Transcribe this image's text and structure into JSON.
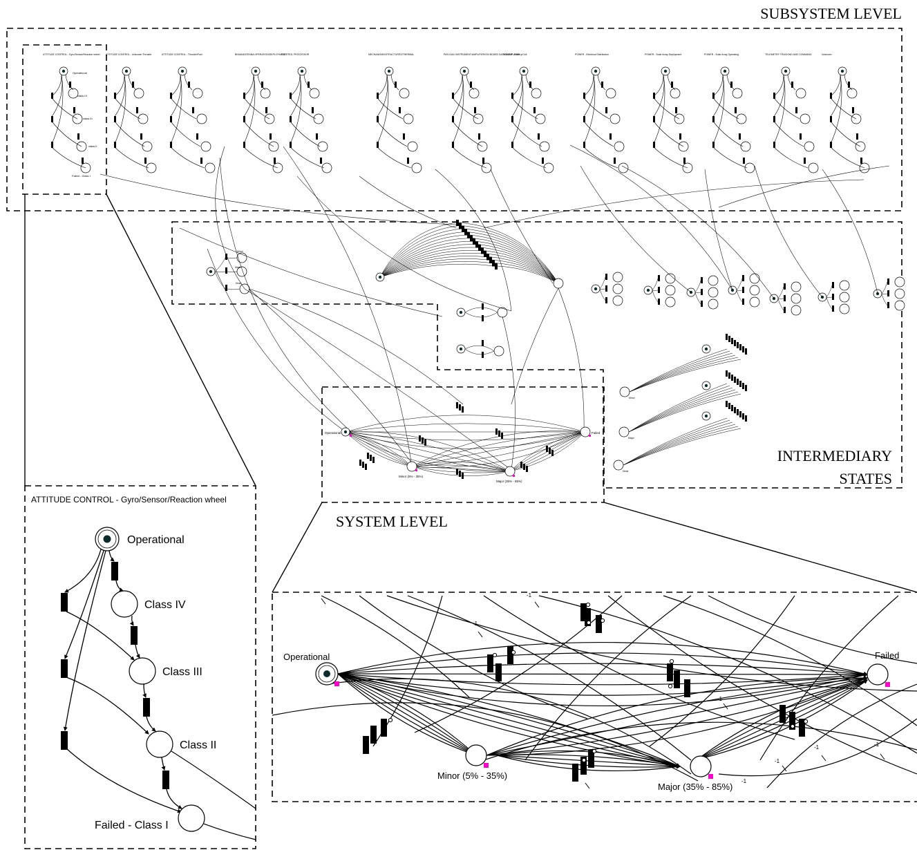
{
  "section_labels": {
    "subsystem": "SUBSYSTEM LEVEL",
    "intermediary_line1": "INTERMEDIARY",
    "intermediary_line2": "STATES",
    "system": "SYSTEM LEVEL"
  },
  "subsystem_titles": [
    "ATTITUDE CONTROL - Gyro/Sensor/Reaction wheel",
    "ATTITUDE CONTROL - Unknown Thruster",
    "ATTITUDE CONTROL - Thruster/Fuel",
    "BEAM/ANTENNA OPERATION/DEPLOYMENT",
    "CONTROL PROCESSOR",
    "MECHANISMS/STRUCTURES/THERMAL",
    "PAYLOAD INSTRUMENT/AMPLIFIER/ON BOARD DATA/COMPUTER",
    "POWER - Battery/Cell",
    "POWER - Electrical Distribution",
    "POWER - Solar Array Deployment",
    "POWER - Solar Array Operating",
    "TELEMETRY TRACKING AND COMMAND",
    "Unknown"
  ],
  "inset_attitude": {
    "title": "ATTITUDE CONTROL - Gyro/Sensor/Reaction wheel",
    "states": [
      "Operational",
      "Class IV",
      "Class III",
      "Class II",
      "Failed - Class I"
    ]
  },
  "intermediary_labels": [
    "Minor",
    "Major",
    "Dead"
  ],
  "system_states": {
    "operational": "Operational",
    "minor": "Minor (5% - 35%)",
    "major": "Major (35% - 85%)",
    "failed": "Failed"
  },
  "arc_weight_label": "-1",
  "colors": {
    "line": "#000000",
    "token": "#0d2b2b",
    "marker": "#ff00cc"
  }
}
